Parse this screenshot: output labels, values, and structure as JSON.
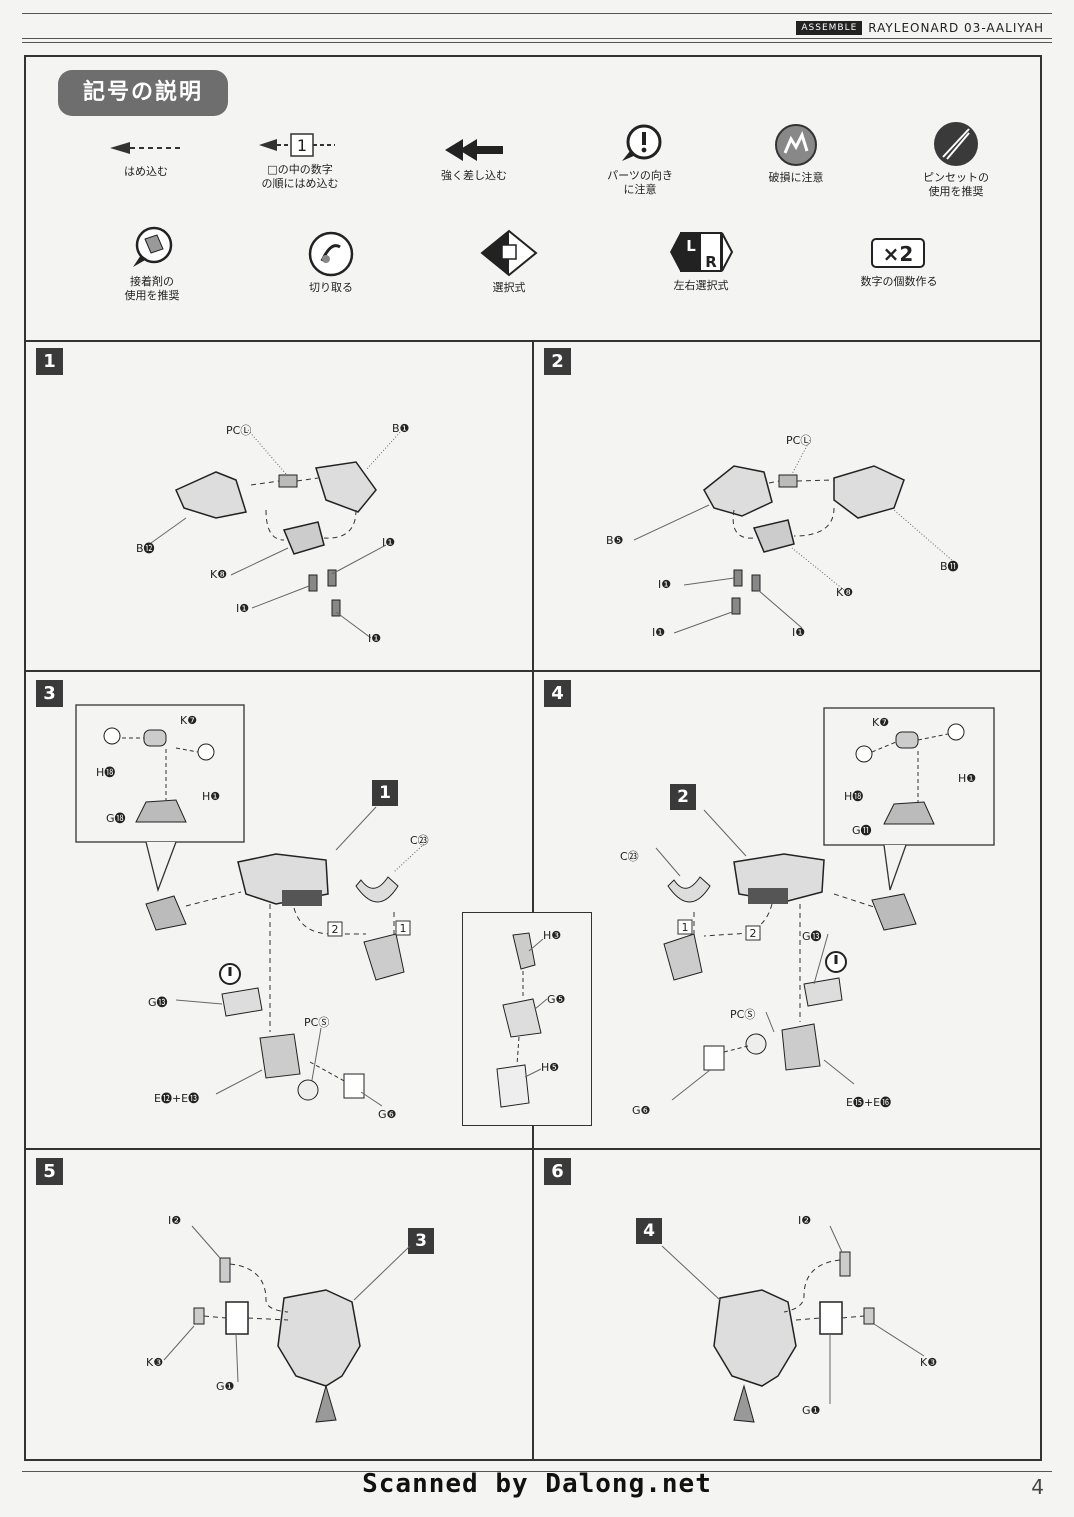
{
  "header": {
    "tag": "ASSEMBLE",
    "model": "RAYLEONARD 03-AALIYAH"
  },
  "legend": {
    "title": "記号の説明",
    "symbols": [
      {
        "icon": "insert-arrow-icon",
        "caption": "はめ込む"
      },
      {
        "icon": "numbered-insert-arrow-icon",
        "box_number": "1",
        "caption": "□の中の数字\nの順にはめ込む"
      },
      {
        "icon": "double-arrow-icon",
        "caption": "強く差し込む"
      },
      {
        "icon": "exclamation-icon",
        "caption": "パーツの向き\nに注意"
      },
      {
        "icon": "breakage-icon",
        "caption": "破損に注意"
      },
      {
        "icon": "tweezers-icon",
        "caption": "ピンセットの\n使用を推奨"
      },
      {
        "icon": "glue-icon",
        "caption": "接着剤の\n使用を推奨"
      },
      {
        "icon": "cutter-icon",
        "caption": "切り取る"
      },
      {
        "icon": "option-select-icon",
        "caption": "選択式"
      },
      {
        "icon": "left-right-icon",
        "letters": [
          "L",
          "R"
        ],
        "caption": "左右選択式"
      },
      {
        "icon": "multiply-icon",
        "badge": "×2",
        "caption": "数字の個数作る"
      }
    ]
  },
  "steps": [
    {
      "number": "1",
      "labels": [
        "PCⓁ",
        "B❶",
        "B⓬",
        "K❽",
        "I❶",
        "I❶",
        "I❶"
      ]
    },
    {
      "number": "2",
      "labels": [
        "PCⓁ",
        "B❺",
        "B⓫",
        "K❽",
        "I❶",
        "I❶",
        "I❶"
      ]
    },
    {
      "number": "3",
      "ref": "1",
      "labels": [
        "K❼",
        "H⓲",
        "H❶",
        "G⓲",
        "C㉓",
        "G⓭",
        "PCⓈ",
        "E⓬+E⓭",
        "G❻"
      ],
      "order_marks": [
        "2",
        "1"
      ]
    },
    {
      "number": "4",
      "ref": "2",
      "labels": [
        "K❼",
        "H⓲",
        "H❶",
        "G⓫",
        "C㉓",
        "G⓭",
        "PCⓈ",
        "E⓯+E⓰",
        "G❻"
      ],
      "order_marks": [
        "1",
        "2"
      ]
    },
    {
      "number": "5",
      "ref": "3",
      "labels": [
        "I❷",
        "K❸",
        "G❶"
      ]
    },
    {
      "number": "6",
      "ref": "4",
      "labels": [
        "I❷",
        "K❸",
        "G❶"
      ]
    }
  ],
  "callout": {
    "labels": [
      "H❸",
      "G❺",
      "H❺"
    ]
  },
  "footer": {
    "scanned": "Scanned by Dalong.net",
    "page": "4"
  }
}
